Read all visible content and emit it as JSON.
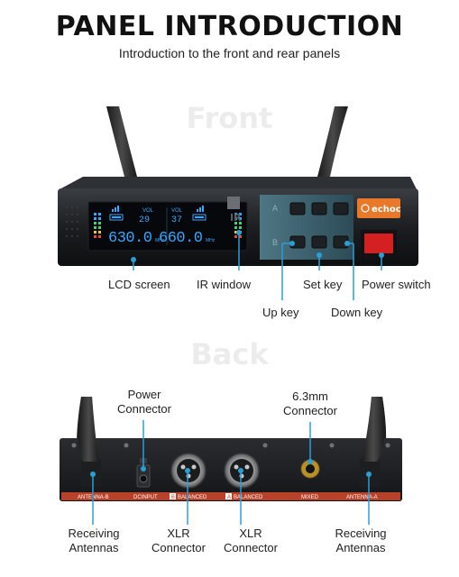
{
  "header": {
    "title": "PANEL INTRODUCTION",
    "subtitle": "Introduction to the front and rear panels"
  },
  "front": {
    "section_label": "Front",
    "brand_badge": "echoc",
    "lcd": {
      "vol_label_a": "VOL",
      "vol_value_a": "29",
      "freq_a": "630.0",
      "unit_a": "MHz",
      "vol_label_b": "VOL",
      "vol_value_b": "37",
      "freq_b": "660.0",
      "unit_b": "MHz",
      "ir_text": "IR"
    },
    "channel_a": "A",
    "channel_b": "B",
    "callouts": {
      "lcd_screen": "LCD screen",
      "ir_window": "IR window",
      "set_key": "Set key",
      "power_switch": "Power switch",
      "up_key": "Up key",
      "down_key": "Down key"
    }
  },
  "back": {
    "section_label": "Back",
    "panel_labels": {
      "antenna_b": "ANTENNA-B",
      "dc_input": "DCINPUT",
      "b_balanced": "BALANCED",
      "a_balanced": "BALANCED",
      "mixed": "MIXED",
      "antenna_a": "ANTENNA-A",
      "b_tag": "B",
      "a_tag": "A"
    },
    "callouts": {
      "power_connector_line1": "Power",
      "power_connector_line2": "Connector",
      "mm_connector_line1": "6.3mm",
      "mm_connector_line2": "Connector",
      "receiving_left_line1": "Receiving",
      "receiving_left_line2": "Antennas",
      "xlr_left_line1": "XLR",
      "xlr_left_line2": "Connector",
      "xlr_right_line1": "XLR",
      "xlr_right_line2": "Connector",
      "receiving_right_line1": "Receiving",
      "receiving_right_line2": "Antennas"
    }
  },
  "colors": {
    "accent_orange": "#e8782a",
    "callout_blue": "#2a9fd6",
    "lcd_blue": "#38a8ff",
    "panel_teal": "#3d6270",
    "power_red": "#d42020",
    "rear_strip": "#b8412a"
  }
}
